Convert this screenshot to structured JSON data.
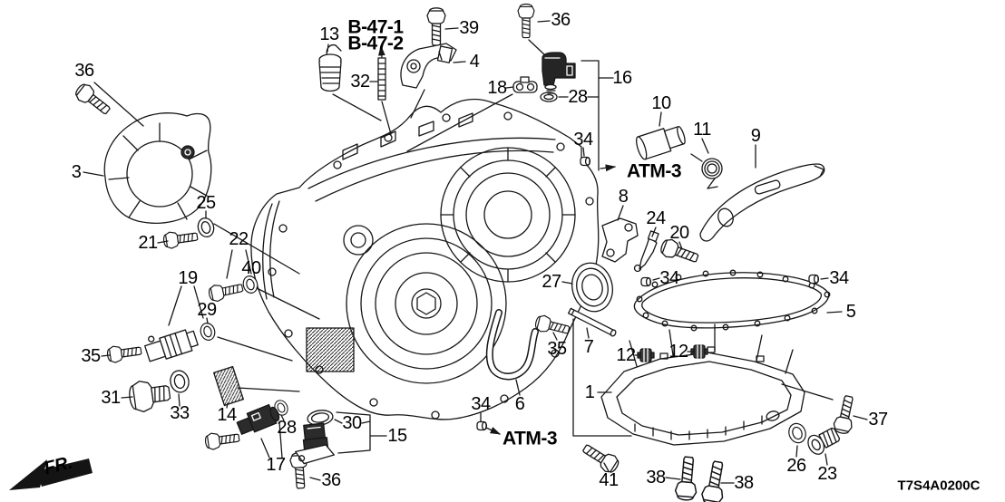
{
  "diagram": {
    "type": "exploded-parts-diagram",
    "code": "T7S4A0200C",
    "direction_label": "FR.",
    "cross_references": [
      "B-47-1",
      "B-47-2",
      "ATM-3"
    ]
  },
  "callouts": [
    {
      "text": "36"
    },
    {
      "text": "3"
    },
    {
      "text": "13"
    },
    {
      "text": "B-47-1"
    },
    {
      "text": "B-47-2"
    },
    {
      "text": "32"
    },
    {
      "text": "39"
    },
    {
      "text": "4"
    },
    {
      "text": "36"
    },
    {
      "text": "18"
    },
    {
      "text": "28"
    },
    {
      "text": "16"
    },
    {
      "text": "34"
    },
    {
      "text": "ATM-3"
    },
    {
      "text": "10"
    },
    {
      "text": "11"
    },
    {
      "text": "9"
    },
    {
      "text": "8"
    },
    {
      "text": "24"
    },
    {
      "text": "20"
    },
    {
      "text": "34"
    },
    {
      "text": "34"
    },
    {
      "text": "5"
    },
    {
      "text": "27"
    },
    {
      "text": "25"
    },
    {
      "text": "21"
    },
    {
      "text": "22"
    },
    {
      "text": "40"
    },
    {
      "text": "19"
    },
    {
      "text": "29"
    },
    {
      "text": "35"
    },
    {
      "text": "31"
    },
    {
      "text": "33"
    },
    {
      "text": "14"
    },
    {
      "text": "28"
    },
    {
      "text": "17"
    },
    {
      "text": "30"
    },
    {
      "text": "15"
    },
    {
      "text": "36"
    },
    {
      "text": "34"
    },
    {
      "text": "6"
    },
    {
      "text": "ATM-3"
    },
    {
      "text": "35"
    },
    {
      "text": "7"
    },
    {
      "text": "12"
    },
    {
      "text": "12"
    },
    {
      "text": "1"
    },
    {
      "text": "41"
    },
    {
      "text": "38"
    },
    {
      "text": "38"
    },
    {
      "text": "37"
    },
    {
      "text": "26"
    },
    {
      "text": "23"
    },
    {
      "text": "FR."
    },
    {
      "text": "T7S4A0200C"
    }
  ]
}
